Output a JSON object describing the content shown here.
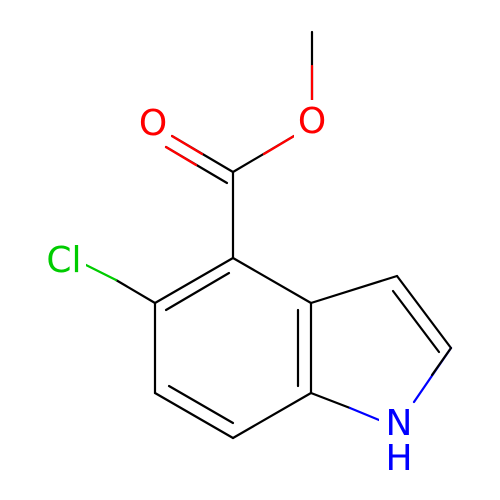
{
  "molecule": {
    "atoms": [
      {
        "id": "O_carbonyl",
        "symbol": "O",
        "color": "#ff0000"
      },
      {
        "id": "O_ester",
        "symbol": "O",
        "color": "#ff0000"
      },
      {
        "id": "Cl",
        "symbol": "Cl",
        "color": "#00cc00"
      },
      {
        "id": "N",
        "symbol": "N",
        "color": "#0000ff"
      },
      {
        "id": "H_on_N",
        "symbol": "H",
        "color": "#0000ff"
      }
    ]
  }
}
